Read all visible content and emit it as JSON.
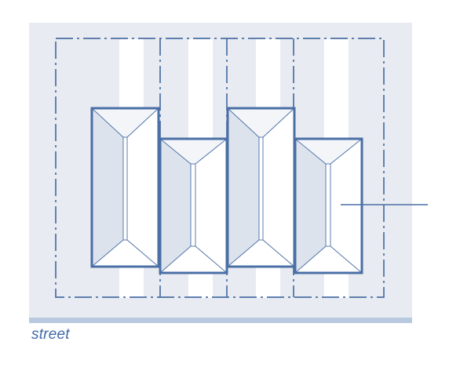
{
  "labels": {
    "street": "street"
  },
  "colors": {
    "block_fill": "#e8ebf1",
    "street_band": "#b9c9e0",
    "stripe": "#ffffff",
    "outline": "#4a6fa5",
    "bevel_shade": "#dde3ed",
    "bevel_light": "#ffffff",
    "label": "#3f6aa8"
  },
  "diagram": {
    "plot_count": 4,
    "unit_count": 4,
    "boundary_style": "dash-dot",
    "has_leader_line": true
  }
}
